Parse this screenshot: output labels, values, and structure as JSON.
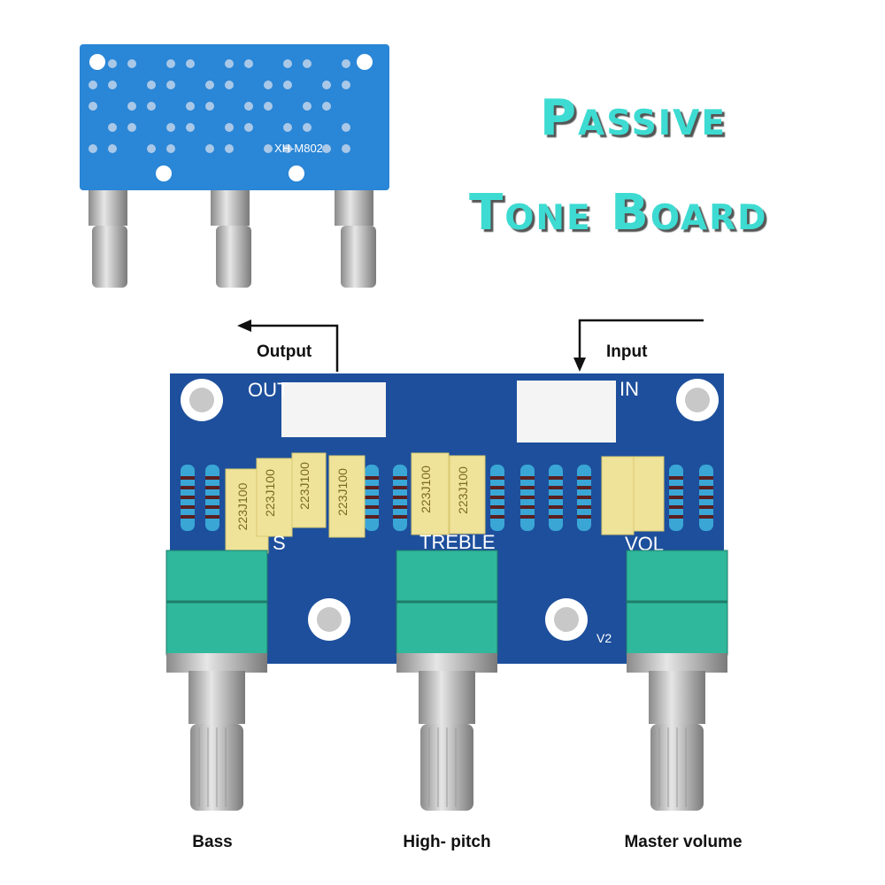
{
  "title": {
    "line1": "Passive",
    "line2": "Tone Board"
  },
  "top_board": {
    "silkscreen": "XH-M802"
  },
  "main_board": {
    "silk_out": "OUT",
    "silk_in": "IN",
    "silk_bass": "S",
    "silk_treble": "TREBLE",
    "silk_vol": "VOL",
    "silk_version": "V2",
    "capacitor_marking": "223J100"
  },
  "annotations": {
    "output": "Output",
    "input": "Input"
  },
  "knob_labels": {
    "bass": "Bass",
    "treble": "High- pitch",
    "volume": "Master volume"
  },
  "colors": {
    "title": "#3ddbd2",
    "pcb": "#1d4f9c",
    "pot": "#2fb89c",
    "capacitor": "#efe39a"
  }
}
